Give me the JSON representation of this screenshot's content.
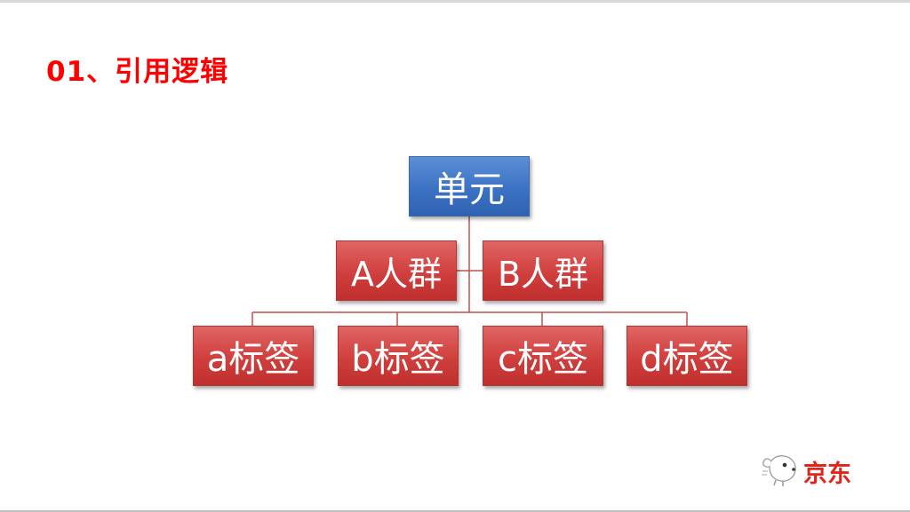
{
  "slide": {
    "title": "01、引用逻辑"
  },
  "org_chart": {
    "root": {
      "label": "单元"
    },
    "groups": [
      {
        "label": "A人群"
      },
      {
        "label": "B人群"
      }
    ],
    "tags": [
      {
        "label": "a标签"
      },
      {
        "label": "b标签"
      },
      {
        "label": "c标签"
      },
      {
        "label": "d标签"
      }
    ]
  },
  "logo": {
    "brand_text": "京东",
    "icon": "jd-dog-mascot-icon"
  },
  "colors": {
    "title": "#ff0000",
    "root_fill": "#3c72c4",
    "node_fill": "#cf3f3d",
    "connector": "#c0504d",
    "brand": "#e1251b"
  }
}
